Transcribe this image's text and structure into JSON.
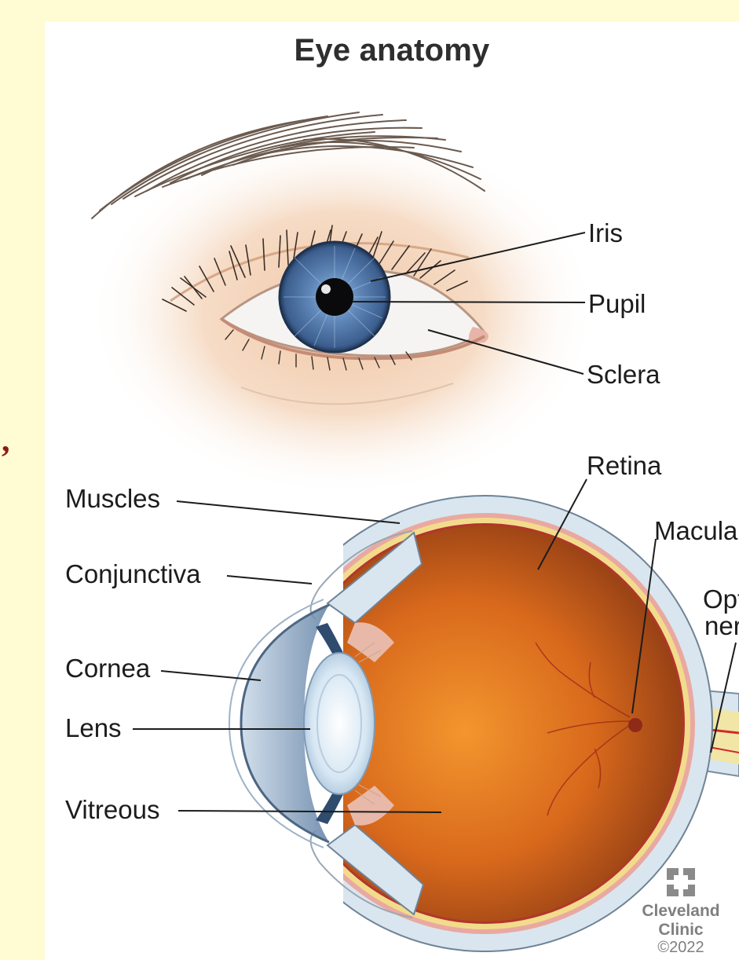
{
  "title": "Eye anatomy",
  "side_mark": ",",
  "labels": {
    "iris": "Iris",
    "pupil": "Pupil",
    "sclera": "Sclera",
    "retina": "Retina",
    "macula": "Macula",
    "optic_nerve_line1": "Optic",
    "optic_nerve_line2": "nerve",
    "muscles": "Muscles",
    "conjunctiva": "Conjunctiva",
    "cornea": "Cornea",
    "lens": "Lens",
    "vitreous": "Vitreous"
  },
  "logo": {
    "line1": "Cleveland",
    "line2": "Clinic",
    "copyright": "©2022"
  },
  "colors": {
    "page_background": "#fffbd2",
    "card_background": "#ffffff",
    "iris": "#4f74a3",
    "vitreous": "#e0781e",
    "sclera_wall": "#d9e6ef",
    "muscle": "#d9675a",
    "optic_nerve": "#f1e6a6"
  }
}
